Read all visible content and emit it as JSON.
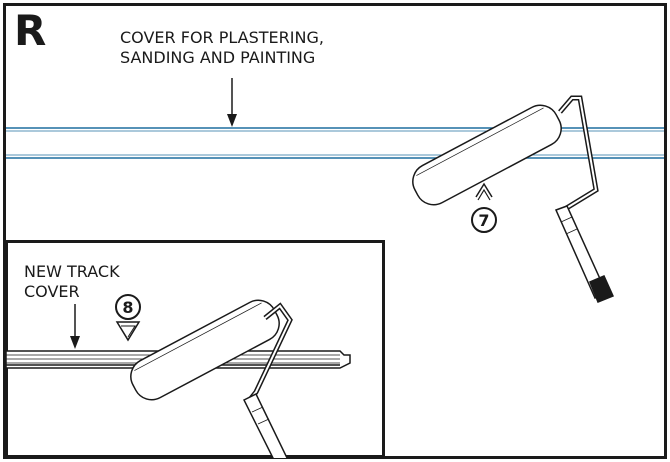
{
  "panel": {
    "letter": "R"
  },
  "labels": {
    "cover_line1": "COVER FOR PLASTERING,",
    "cover_line2": "SANDING AND PAINTING",
    "track_line1": "NEW TRACK",
    "track_line2": "COVER"
  },
  "steps": {
    "step7": "7",
    "step8": "8"
  },
  "colors": {
    "outline": "#1a1a1a",
    "cover_strip": "#1f6f9f"
  }
}
